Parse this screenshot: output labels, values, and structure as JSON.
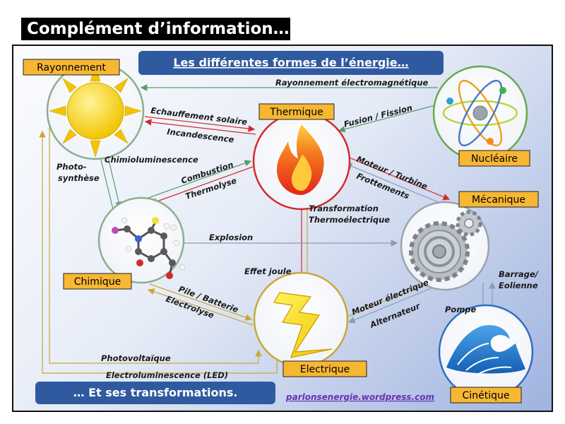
{
  "header": {
    "title": "Complément d’information…"
  },
  "poster": {
    "title": "Les différentes formes de l’énergie…",
    "subtitle": "… Et ses transformations.",
    "credit": "parlonsenergie.wordpress.com"
  },
  "forms": {
    "rayonnement": "Rayonnement",
    "thermique": "Thermique",
    "nucleaire": "Nucléaire",
    "mecanique": "Mécanique",
    "chimique": "Chimique",
    "electrique": "Electrique",
    "cinetique": "Cinétique"
  },
  "transformations": {
    "rayonnement_electromagnetique": "Rayonnement électromagnétique",
    "echauffement_solaire": "Echauffement solaire",
    "incandescence": "Incandescence",
    "fusion_fission": "Fusion / Fission",
    "chimioluminescence": "Chimioluminescence",
    "photo_1": "Photo-",
    "photo_2": "synthèse",
    "combustion": "Combustion",
    "thermolyse": "Thermolyse",
    "moteur_turbine": "Moteur / Turbine",
    "frottements": "Frottements",
    "transformation_1": "Transformation",
    "transformation_2": "Thermoélectrique",
    "explosion": "Explosion",
    "effet_joule": "Effet joule",
    "pile_batterie": "Pile / Batterie",
    "electrolyse": "Electrolyse",
    "moteur_electrique": "Moteur électrique",
    "alternateur": "Alternateur",
    "barrage_1": "Barrage/",
    "barrage_2": "Eolienne",
    "pompe": "Pompe",
    "photovoltaique": "Photovoltaïque",
    "electroluminescence": "Electroluminescence (LED)"
  },
  "colors": {
    "green_arrow": "#5a9a6e",
    "red_arrow": "#d42a2a",
    "yellow_arrow": "#c8a838",
    "gray_arrow": "#8a9ab5",
    "title_box": "#2f5aa0",
    "label_box": "#f7b733"
  },
  "icons": {
    "rayonnement": "sun-icon",
    "thermique": "flame-icon",
    "nucleaire": "atom-icon",
    "mecanique": "gears-icon",
    "chimique": "molecule-icon",
    "electrique": "lightning-icon",
    "cinetique": "wave-icon"
  }
}
